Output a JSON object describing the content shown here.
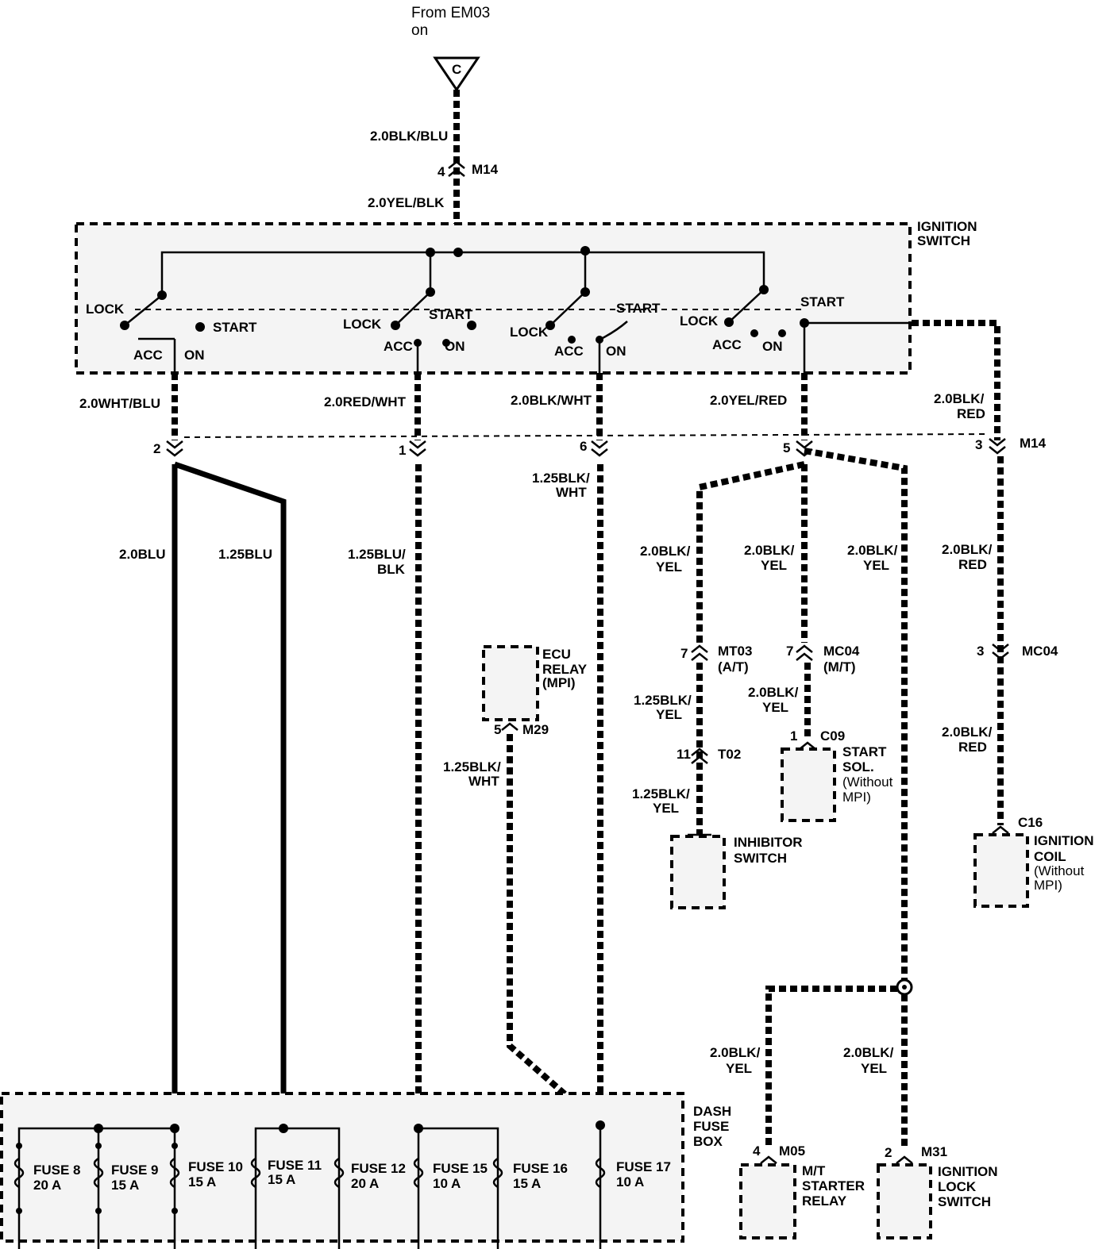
{
  "source": {
    "line1": "From EM03",
    "line2": "on"
  },
  "connector_c": "C",
  "top_wires": {
    "upper": "2.0BLK/BLU",
    "lower": "2.0YEL/BLK"
  },
  "m14_top": {
    "pin": "4",
    "name": "M14"
  },
  "ignition_switch": {
    "line1": "IGNITION",
    "line2": "SWITCH"
  },
  "switch_positions": {
    "lock": "LOCK",
    "acc": "ACC",
    "on": "ON",
    "start": "START"
  },
  "output_wires": {
    "w1": "2.0WHT/BLU",
    "w2": "2.0RED/WHT",
    "w3": "2.0BLK/WHT",
    "w4": "2.0YEL/RED",
    "w5a": "2.0BLK/",
    "w5b": "RED"
  },
  "m14_pins": {
    "p2": "2",
    "p1": "1",
    "p6": "6",
    "p5": "5",
    "p3": "3",
    "name": "M14"
  },
  "branch_wires": {
    "blu20": "2.0BLU",
    "blu125": "1.25BLU",
    "blublk_a": "1.25BLU/",
    "blublk_b": "BLK",
    "blkwht_a": "1.25BLK/",
    "blkwht_b": "WHT",
    "blkyel_a": "2.0BLK/",
    "blkyel_b": "YEL",
    "blkred_a": "2.0BLK/",
    "blkred_b": "RED",
    "blkyel125_a": "1.25BLK/",
    "blkyel125_b": "YEL"
  },
  "ecu_relay": {
    "line1": "ECU",
    "line2": "RELAY",
    "line3": "(MPI)",
    "pin": "5",
    "connector": "M29"
  },
  "mt03": {
    "pin": "7",
    "name": "MT03",
    "note": "(A/T)"
  },
  "mc04_mt": {
    "pin": "7",
    "name": "MC04",
    "note": "(M/T)"
  },
  "mc04_right": {
    "pin": "3",
    "name": "MC04"
  },
  "t02": {
    "pin": "11",
    "name": "T02"
  },
  "c09": {
    "pin": "1",
    "name": "C09"
  },
  "start_sol": {
    "line1": "START",
    "line2": "SOL.",
    "line3": "(Without",
    "line4": "MPI)"
  },
  "c16": {
    "name": "C16"
  },
  "ignition_coil": {
    "line1": "IGNITION",
    "line2": "COIL",
    "line3": "(Without",
    "line4": "MPI)"
  },
  "inhibitor": {
    "line1": "INHIBITOR",
    "line2": "SWITCH"
  },
  "m05": {
    "pin": "4",
    "name": "M05"
  },
  "m31": {
    "pin": "2",
    "name": "M31"
  },
  "mt_starter_relay": {
    "line1": "M/T",
    "line2": "STARTER",
    "line3": "RELAY"
  },
  "ignition_lock_switch": {
    "line1": "IGNITION",
    "line2": "LOCK",
    "line3": "SWITCH"
  },
  "dash_fuse_box": {
    "line1": "DASH",
    "line2": "FUSE",
    "line3": "BOX"
  },
  "fuses": [
    {
      "name": "FUSE 8",
      "rating": "20 A"
    },
    {
      "name": "FUSE 9",
      "rating": "15 A"
    },
    {
      "name": "FUSE 10",
      "rating": "15 A"
    },
    {
      "name": "FUSE 11",
      "rating": "15 A"
    },
    {
      "name": "FUSE 12",
      "rating": "20 A"
    },
    {
      "name": "FUSE 15",
      "rating": "10 A"
    },
    {
      "name": "FUSE 16",
      "rating": "15 A"
    },
    {
      "name": "FUSE 17",
      "rating": "10 A"
    }
  ]
}
